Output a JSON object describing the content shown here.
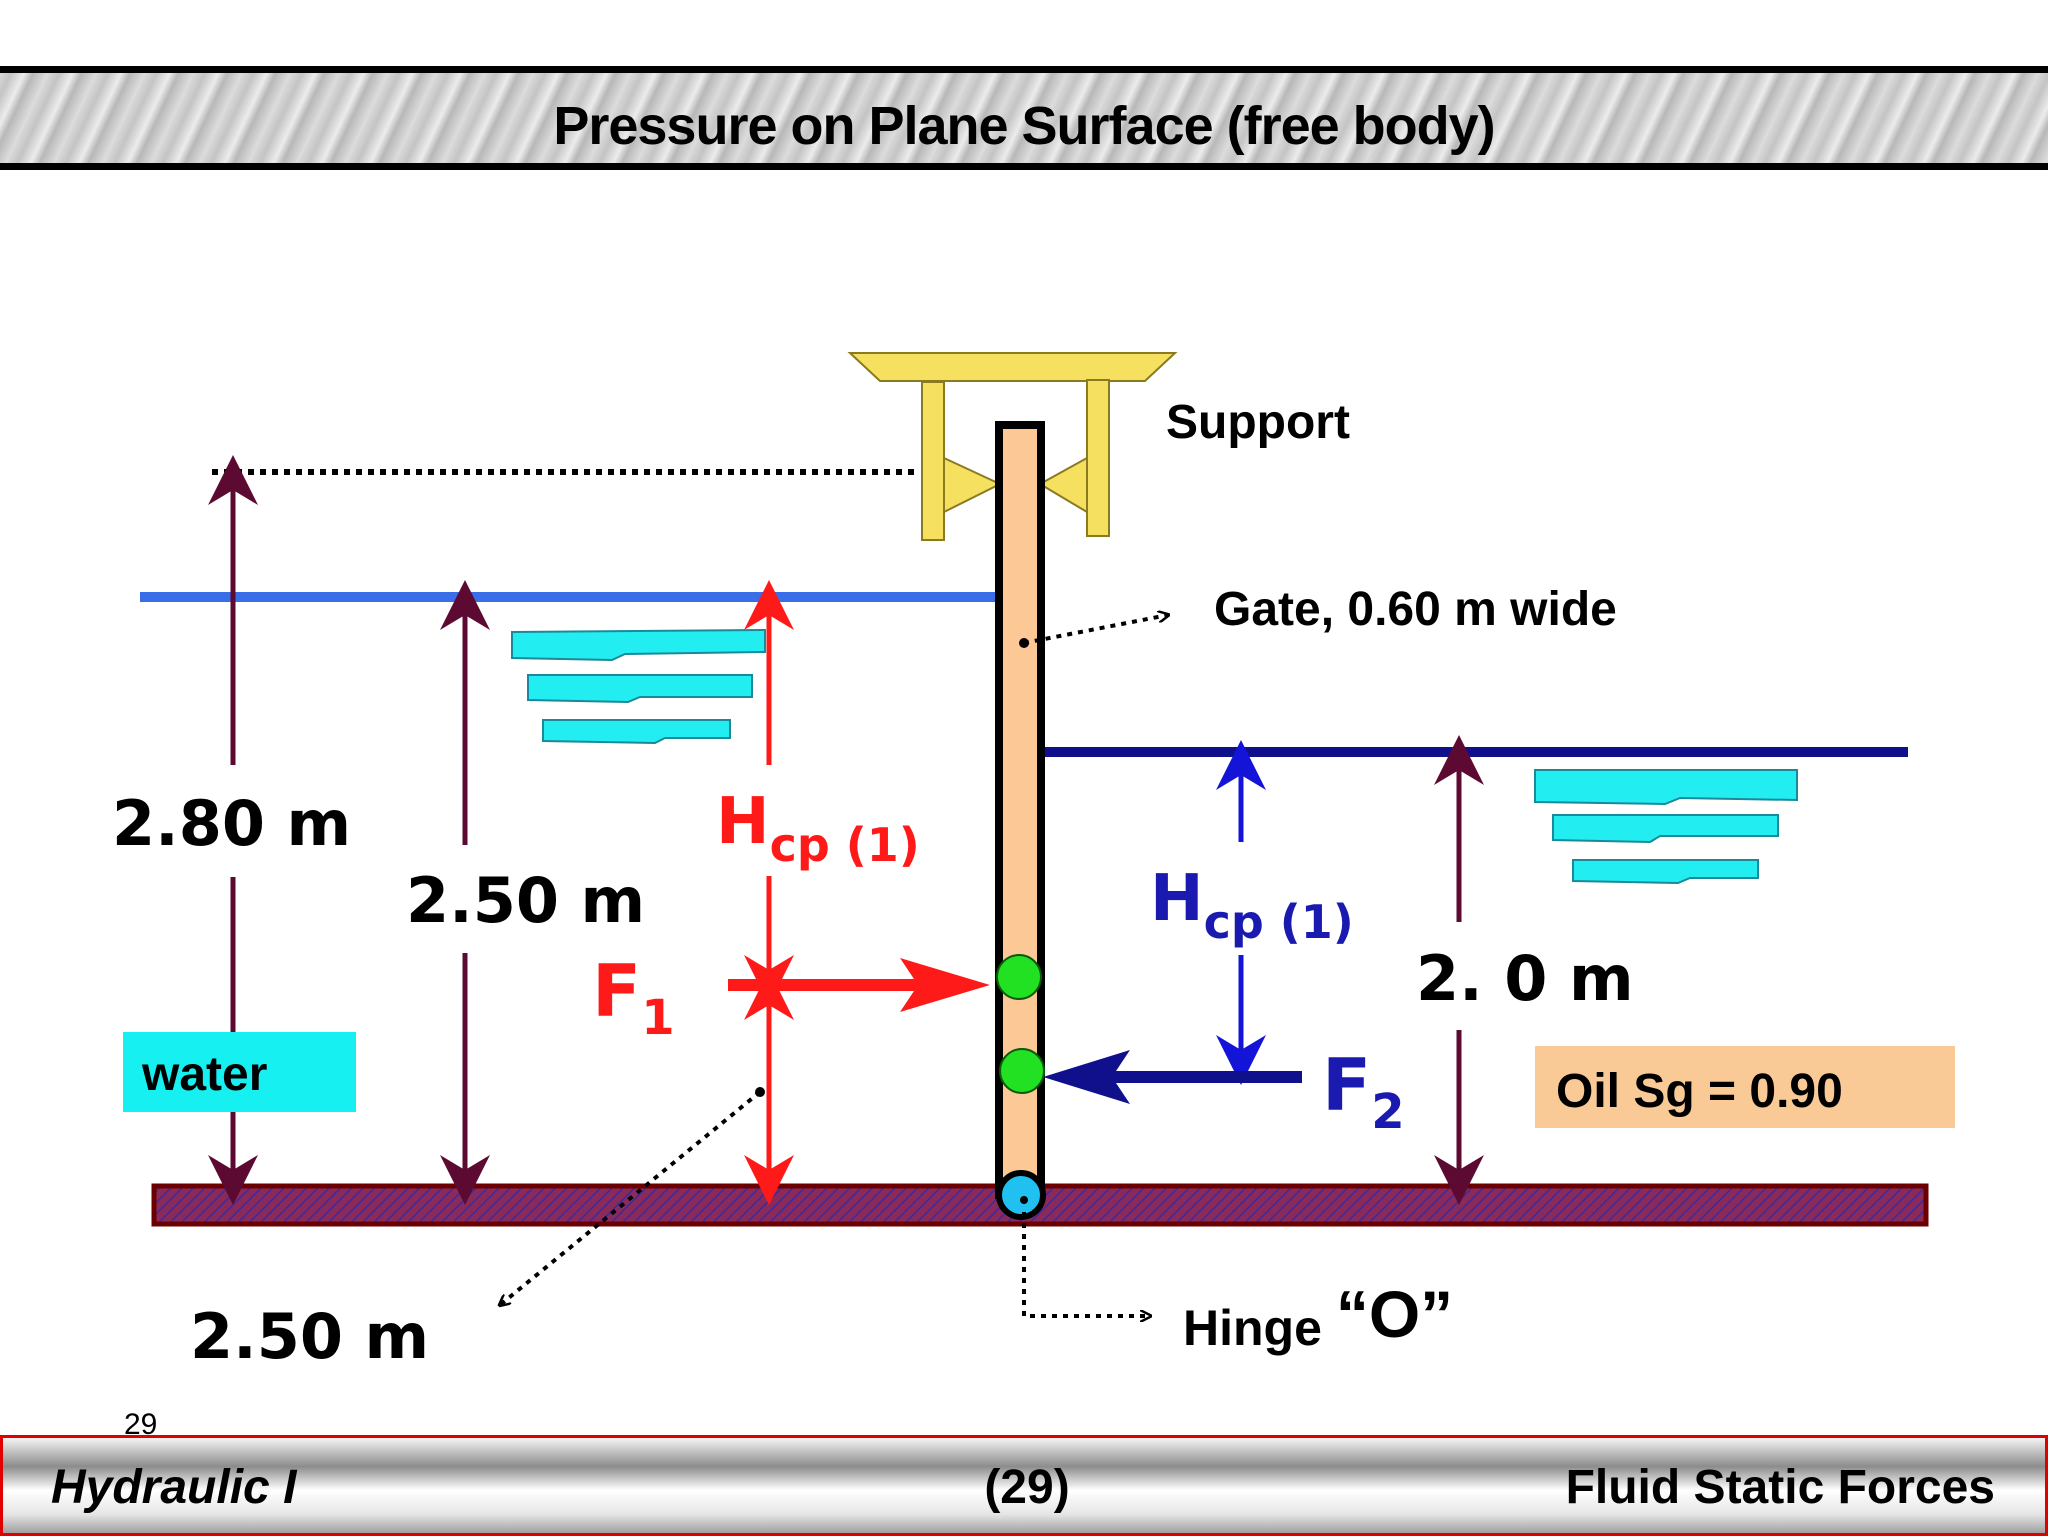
{
  "title": "Pressure on Plane Surface (free body)",
  "labels": {
    "support": "Support",
    "gate": "Gate, 0.60 m wide",
    "hinge": "Hinge",
    "hinge_mark": "“O”",
    "water": "water",
    "oil": "Oil Sg = 0.90"
  },
  "dimensions": {
    "d1": "2.80 m",
    "d2": "2.50 m",
    "d3": "2. 0 m",
    "d4": "2.50 m"
  },
  "forces": {
    "hcp_left": "H",
    "hcp_left_sub": "cp (1)",
    "f1": "F",
    "f1_sub": "1",
    "hcp_right": "H",
    "hcp_right_sub": "cp (1)",
    "f2": "F",
    "f2_sub": "2"
  },
  "colors": {
    "water_surface": "#3a6ee8",
    "oil_surface": "#10108c",
    "gate_fill": "#fcc896",
    "support_fill": "#f5e060",
    "f1_color": "#ff1a1a",
    "f2_color": "#10108c",
    "dimension_arrow": "#5c0a32",
    "water_wave": "#22eef2",
    "water_label_bg": "#16f0f0",
    "oil_label_bg": "#f9c996",
    "center_point": "#22e022",
    "hinge_point": "#20c0f0"
  },
  "page_number": "29",
  "footer": {
    "left": "Hydraulic I",
    "center": "(29)",
    "right": "Fluid Static Forces"
  }
}
